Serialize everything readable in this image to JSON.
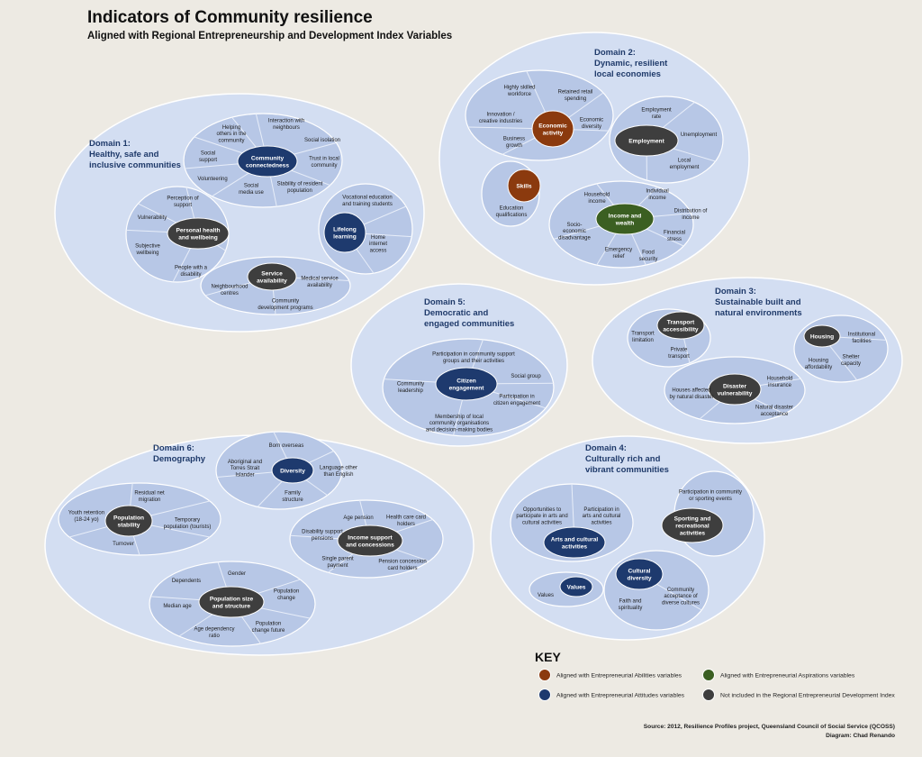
{
  "title": "Indicators of Community resilience",
  "subtitle": "Aligned with Regional Entrepreneurship and Development Index Variables",
  "colors": {
    "background": "#edeae3",
    "domain_fill": "#d3def2",
    "group_fill": "#b7c7e6",
    "abilities": "#8b3a0e",
    "aspirations": "#3b5f22",
    "attitudes": "#1e3a6e",
    "not_included": "#3e3e3e",
    "domain_title": "#1f3a6a"
  },
  "domains": [
    {
      "id": "d1",
      "line1": "Domain 1:",
      "line2": "Healthy, safe and",
      "line3": "inclusive communities"
    },
    {
      "id": "d2",
      "line1": "Domain 2:",
      "line2": "Dynamic, resilient",
      "line3": "local economies"
    },
    {
      "id": "d3",
      "line1": "Domain 3:",
      "line2": "Sustainable built and",
      "line3": "natural environments"
    },
    {
      "id": "d4",
      "line1": "Domain 4:",
      "line2": "Culturally rich and",
      "line3": "vibrant communities"
    },
    {
      "id": "d5",
      "line1": "Domain 5:",
      "line2": "Democratic and",
      "line3": "engaged communities"
    },
    {
      "id": "d6",
      "line1": "Domain 6:",
      "line2": "Demography",
      "line3": ""
    }
  ],
  "groups": [
    {
      "name": "Community connectedness",
      "category": "attitudes",
      "indicators": [
        "Interaction with neighbours",
        "Social isolation",
        "Trust in local community",
        "Stability of resident population",
        "Social media use",
        "Volunteering",
        "Social support",
        "Helping others in the community"
      ]
    },
    {
      "name": "Personal health and wellbeing",
      "category": "not_included",
      "indicators": [
        "Perception of support",
        "Vulnerability",
        "Subjective wellbeing",
        "People with a disability"
      ]
    },
    {
      "name": "Lifelong learning",
      "category": "attitudes",
      "indicators": [
        "Vocational education and training students",
        "Home internet access"
      ]
    },
    {
      "name": "Service availability",
      "category": "not_included",
      "indicators": [
        "Medical service availability",
        "Community development programs",
        "Neighbourhood centres"
      ]
    },
    {
      "name": "Economic activity",
      "category": "abilities",
      "indicators": [
        "Highly skilled workforce",
        "Retained retail spending",
        "Economic diversity",
        "Business growth",
        "Innovation / creative industries"
      ]
    },
    {
      "name": "Employment",
      "category": "not_included",
      "indicators": [
        "Employment rate",
        "Unemployment",
        "Local employment"
      ]
    },
    {
      "name": "Skills",
      "category": "abilities",
      "indicators": [
        "Education qualifications"
      ]
    },
    {
      "name": "Income and wealth",
      "category": "aspirations",
      "indicators": [
        "Household income",
        "Individual income",
        "Distribution of income",
        "Financial stress",
        "Food security",
        "Emergency relief",
        "Socio-economic disadvantage"
      ]
    },
    {
      "name": "Citizen engagement",
      "category": "attitudes",
      "indicators": [
        "Participation in community support groups and their activities",
        "Social group",
        "Participation in citizen engagement",
        "Membership of local community organisations and decision-making bodies",
        "Community leadership"
      ]
    },
    {
      "name": "Transport accessibility",
      "category": "not_included",
      "indicators": [
        "Transport limitation",
        "Private transport"
      ]
    },
    {
      "name": "Housing",
      "category": "not_included",
      "indicators": [
        "Institutional facilities",
        "Shelter capacity",
        "Housing affordability"
      ]
    },
    {
      "name": "Disaster vulnerability",
      "category": "not_included",
      "indicators": [
        "Household insurance",
        "Natural disaster acceptance",
        "Houses affected by natural disaster"
      ]
    },
    {
      "name": "Diversity",
      "category": "attitudes",
      "indicators": [
        "Born overseas",
        "Language other than English",
        "Family structure",
        "Aboriginal and Torres Strait Islander"
      ]
    },
    {
      "name": "Population stability",
      "category": "not_included",
      "indicators": [
        "Residual net migration",
        "Temporary population (tourists)",
        "Turnover",
        "Youth retention (18-24 yo)"
      ]
    },
    {
      "name": "Income support and concessions",
      "category": "not_included",
      "indicators": [
        "Age pension",
        "Health care card holders",
        "Pension concession card holders",
        "Single parent payment",
        "Disability support pensions"
      ]
    },
    {
      "name": "Population size and structure",
      "category": "not_included",
      "indicators": [
        "Gender",
        "Population change",
        "Population change future",
        "Age dependency ratio",
        "Median age",
        "Dependents"
      ]
    },
    {
      "name": "Arts and cultural activities",
      "category": "attitudes",
      "indicators": [
        "Opportunities to participate in arts and cultural activities",
        "Participation in arts and cultural activities"
      ]
    },
    {
      "name": "Sporting and recreational activities",
      "category": "not_included",
      "indicators": [
        "Participation in community or sporting events"
      ]
    },
    {
      "name": "Values",
      "category": "attitudes",
      "indicators": [
        "Values"
      ]
    },
    {
      "name": "Cultural diversity",
      "category": "attitudes",
      "indicators": [
        "Community acceptance of diverse cultures",
        "Faith and spirituality"
      ]
    }
  ],
  "key": {
    "heading": "KEY",
    "items": [
      {
        "label": "Aligned with Entrepreneurial Abilities variables",
        "category": "abilities"
      },
      {
        "label": "Aligned with Entrepreneurial Aspirations variables",
        "category": "aspirations"
      },
      {
        "label": "Aligned with Entrepreneurial Attitudes variables",
        "category": "attitudes"
      },
      {
        "label": "Not included in the Regional Entrepreneurial Development Index",
        "category": "not_included"
      }
    ]
  },
  "source": "Source: 2012, Resilience Profiles project, Queensland Council of Social Service (QCOSS)",
  "credit": "Diagram: Chad Renando"
}
